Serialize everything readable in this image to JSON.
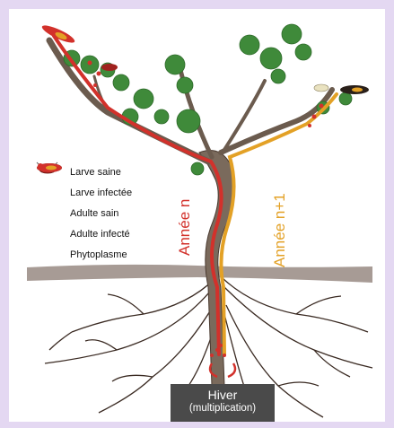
{
  "legend": {
    "items": [
      {
        "label": "Larve saine",
        "icon": "healthy-larva-icon"
      },
      {
        "label": "Larve infectée",
        "icon": "infected-larva-icon"
      },
      {
        "label": "Adulte sain",
        "icon": "healthy-adult-icon"
      },
      {
        "label": "Adulte infecté",
        "icon": "infected-adult-icon"
      },
      {
        "label": "Phytoplasme",
        "icon": "phytoplasma-icon"
      }
    ]
  },
  "labels": {
    "year_n": "Année n",
    "year_n1": "Année n+1",
    "winter_title": "Hiver",
    "winter_sub": "(multiplication)"
  },
  "colors": {
    "background": "#e4d8f2",
    "year_n": "#d2312b",
    "year_n1": "#e3a126",
    "trunk": "#7a6a5c",
    "leaf": "#3f8a3a",
    "root": "#3a2a22"
  }
}
